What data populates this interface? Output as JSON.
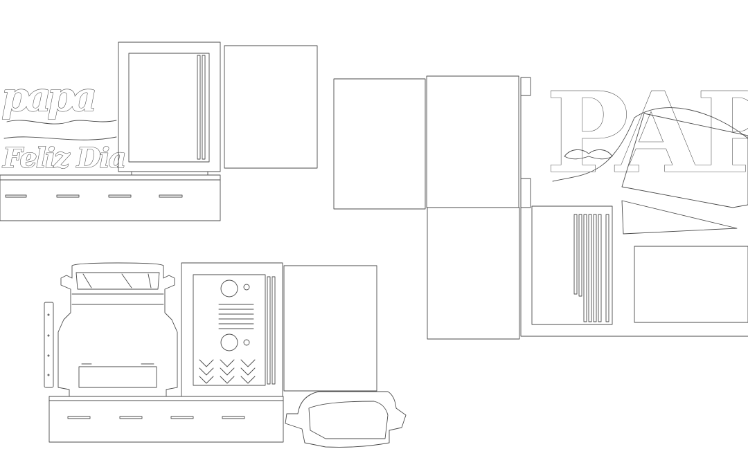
{
  "drawing": {
    "stroke_color": "#4a4a4a",
    "background": "#ffffff",
    "lettering": {
      "papa_script": "papa",
      "feliz_dia": "Feliz Dia",
      "papa_block": "PAPA"
    }
  }
}
